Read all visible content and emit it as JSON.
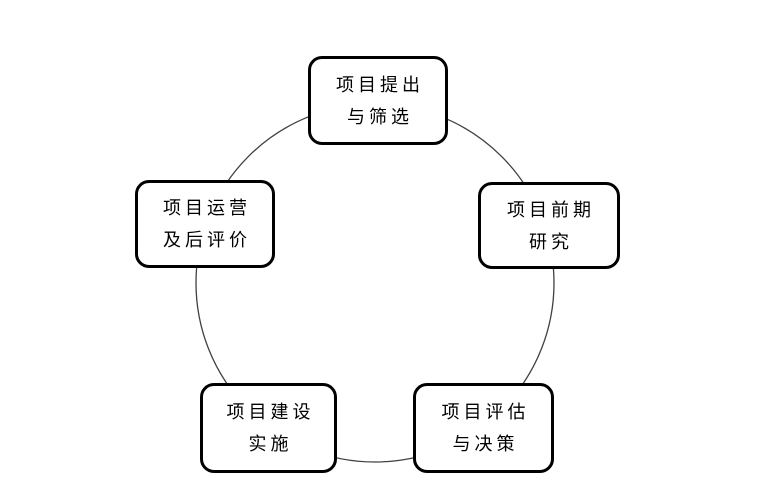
{
  "diagram": {
    "type": "cycle",
    "colors": {
      "background": "#ffffff",
      "circle_stroke": "#404040",
      "box_border": "#000000",
      "box_fill": "#ffffff",
      "text": "#000000"
    },
    "nodes": [
      {
        "position": "top",
        "line1": "项目提出",
        "line2": "与筛选"
      },
      {
        "position": "upper-right",
        "line1": "项目前期",
        "line2": "研究"
      },
      {
        "position": "lower-right",
        "line1": "项目评估",
        "line2": "与决策"
      },
      {
        "position": "lower-left",
        "line1": "项目建设",
        "line2": "实施"
      },
      {
        "position": "upper-left",
        "line1": "项目运营",
        "line2": "及后评价"
      }
    ]
  }
}
